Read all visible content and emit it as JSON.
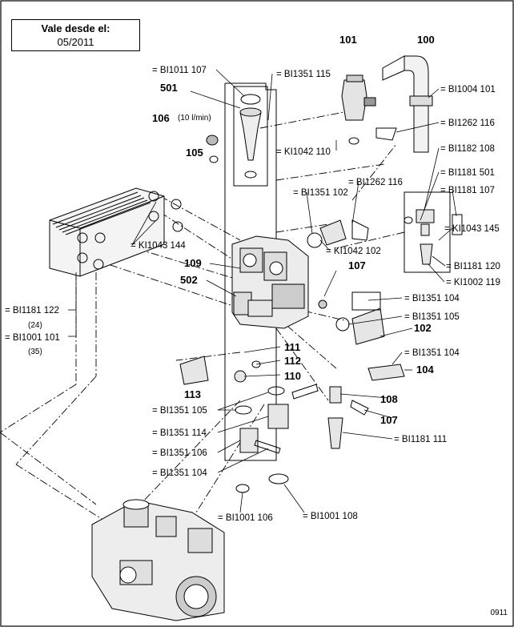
{
  "validity": {
    "line1": "Vale desde el:",
    "line2": "05/2011"
  },
  "drawing_code": "0911",
  "labels": {
    "bi1011_107": "= BI1011 107",
    "n501": "501",
    "n106": "106",
    "flow": "(10 l/min)",
    "n105": "105",
    "bi1351_115": "= BI1351 115",
    "ki1042_110": "= KI1042 110",
    "n101": "101",
    "n100": "100",
    "bi1004_101": "= BI1004 101",
    "bi1262_116a": "= BI1262 116",
    "bi1182_108": "= BI1182 108",
    "bi1181_501": "= BI1181 501",
    "bi1262_116b": "= BI1262 116",
    "bi1351_102": "= BI1351 102",
    "bi1181_107": "= BI1181 107",
    "ki1043_144": "= KI1043 144",
    "ki1043_145": "= KI1043 145",
    "ki1042_102": "= KI1042 102",
    "bi1181_120": "= BI1181 120",
    "n109": "109",
    "n107a": "107",
    "ki1002_119": "= KI1002 119",
    "n502": "502",
    "bi1351_104a": "= BI1351 104",
    "bi1181_122": "= BI1181 122",
    "p24": "(24)",
    "bi1351_105a": "= BI1351 105",
    "bi1001_101": "= BI1001 101",
    "p35": "(35)",
    "n102": "102",
    "n111": "111",
    "bi1351_104b": "= BI1351 104",
    "n112": "112",
    "n104": "104",
    "n110": "110",
    "n113": "113",
    "n108": "108",
    "bi1351_105b": "= BI1351 105",
    "n107b": "107",
    "bi1351_114": "= BI1351 114",
    "bi1181_111": "= BI1181 111",
    "bi1351_106": "= BI1351 106",
    "bi1351_104c": "= BI1351 104",
    "bi1001_106": "= BI1001 106",
    "bi1001_108": "= BI1001 108"
  }
}
